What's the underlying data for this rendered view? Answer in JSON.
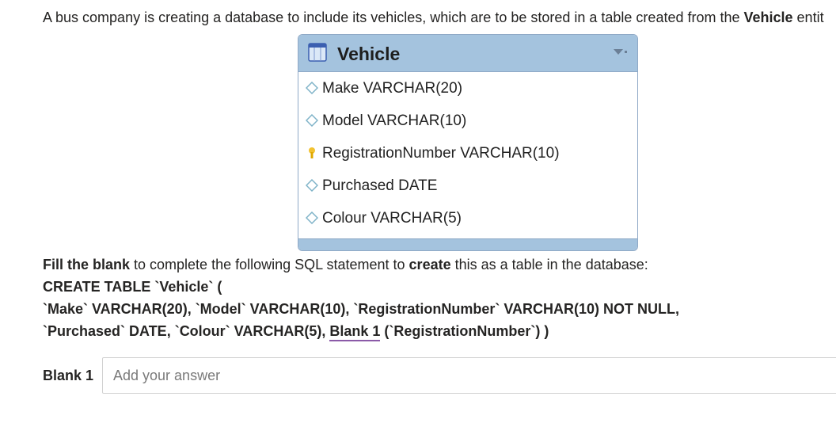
{
  "question": {
    "intro_prefix": "A bus company is creating a database to include its vehicles, which are to be stored in a table created from the ",
    "intro_bold": "Vehicle",
    "intro_suffix": " entit"
  },
  "entity": {
    "title": "Vehicle",
    "fields": [
      {
        "label": "Make VARCHAR(20)",
        "icon": "diamond-icon"
      },
      {
        "label": "Model VARCHAR(10)",
        "icon": "diamond-icon"
      },
      {
        "label": "RegistrationNumber VARCHAR(10)",
        "icon": "key-icon"
      },
      {
        "label": "Purchased DATE",
        "icon": "diamond-icon"
      },
      {
        "label": "Colour VARCHAR(5)",
        "icon": "diamond-icon"
      }
    ]
  },
  "instruction": {
    "bold1": "Fill the blank",
    "text1": " to complete the following SQL statement to ",
    "bold2": "create",
    "text2": " this as a table in the database:"
  },
  "sql": {
    "line1": "CREATE TABLE `Vehicle` (",
    "line2": " `Make` VARCHAR(20), `Model` VARCHAR(10), `RegistrationNumber` VARCHAR(10) NOT NULL,",
    "line3_prefix": " `Purchased` DATE, `Colour` VARCHAR(5), ",
    "blank_ref": "Blank 1",
    "line3_suffix": " (`RegistrationNumber`) )"
  },
  "answer": {
    "label": "Blank 1",
    "placeholder": "Add your answer",
    "value": ""
  },
  "colors": {
    "entity_header": "#a4c3de",
    "blank_underline": "#8b5aa8"
  }
}
